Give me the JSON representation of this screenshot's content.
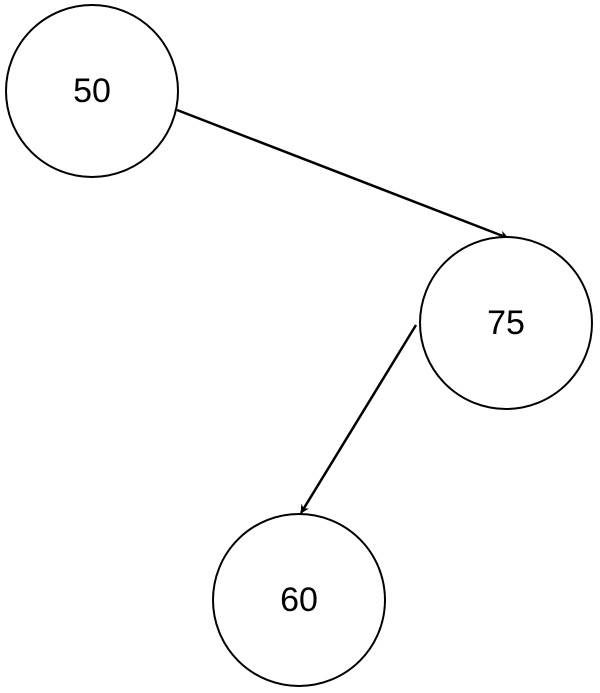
{
  "colors": {
    "stroke": "#000000",
    "background": "#ffffff"
  },
  "nodes": [
    {
      "id": "n50",
      "label": "50"
    },
    {
      "id": "n75",
      "label": "75"
    },
    {
      "id": "n60",
      "label": "60"
    }
  ],
  "edges": [
    {
      "from": "n50",
      "to": "n75"
    },
    {
      "from": "n75",
      "to": "n60"
    }
  ]
}
